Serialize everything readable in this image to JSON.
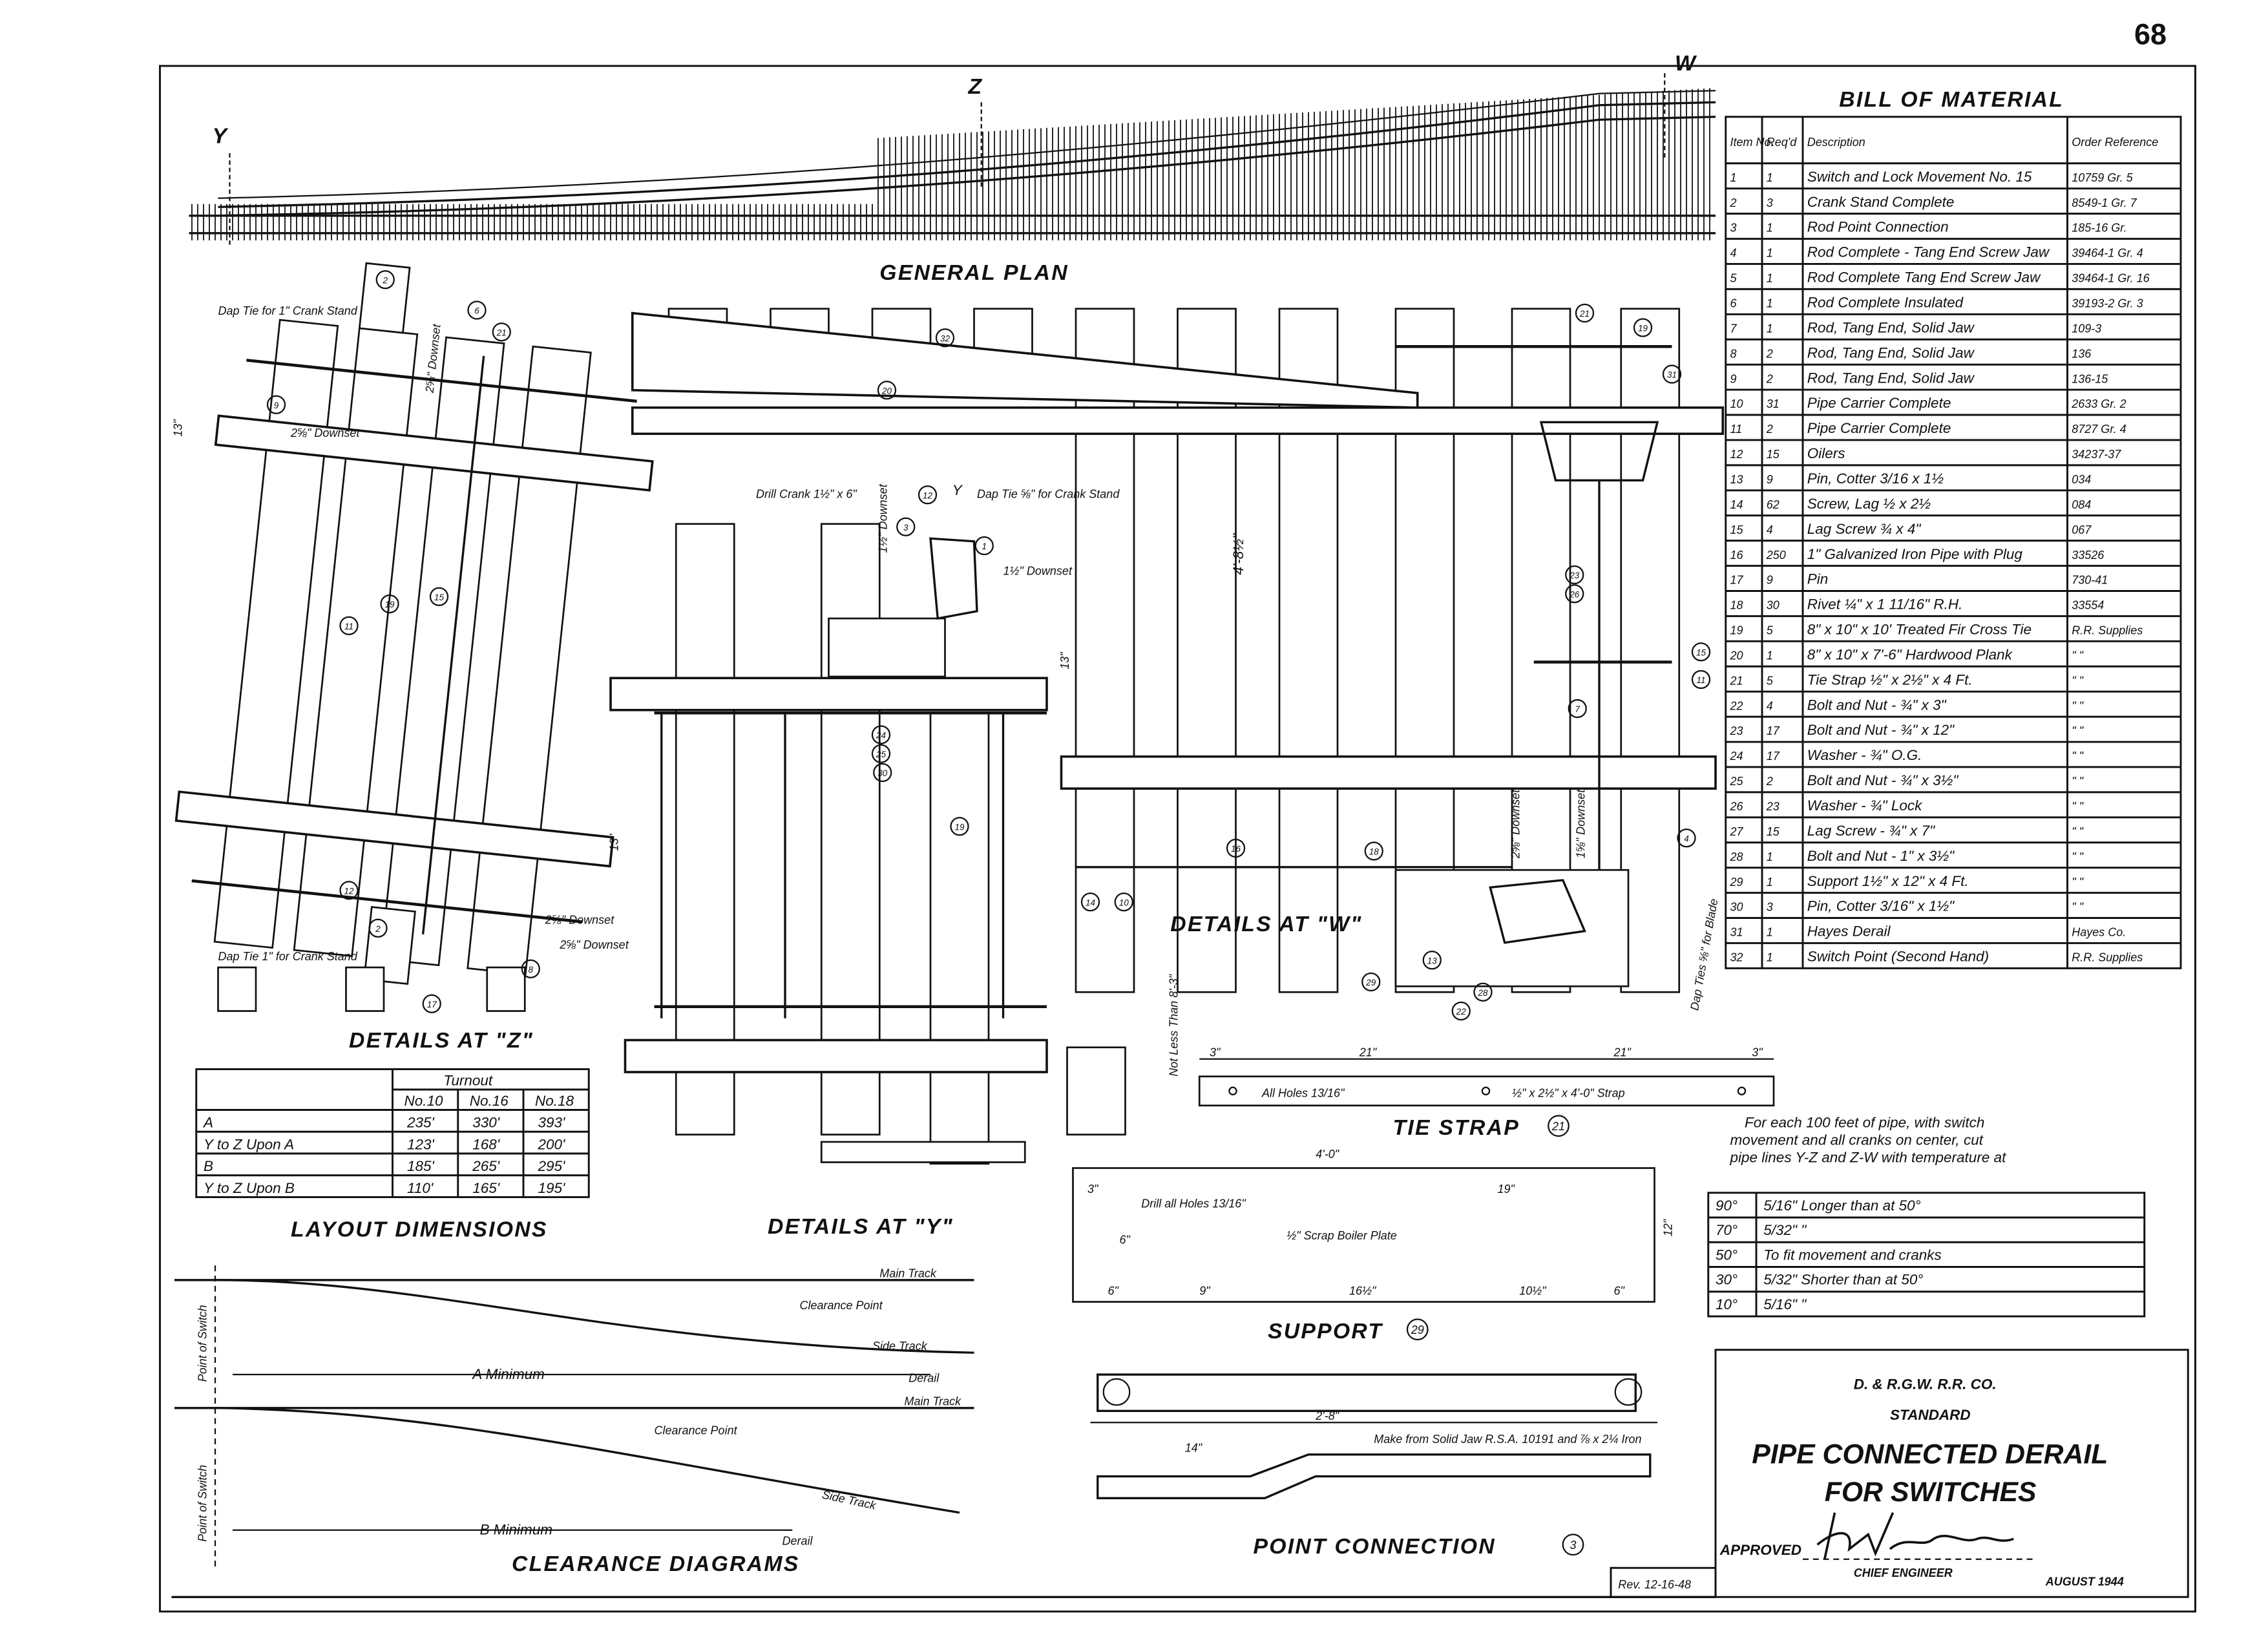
{
  "sheet_number": "68",
  "general_plan": {
    "title": "GENERAL PLAN",
    "label_y": "Y",
    "label_z": "Z",
    "label_w": "W"
  },
  "details_z": {
    "title": "DETAILS AT \"Z\"",
    "note_dap_top": "Dap Tie for 1\" Crank Stand",
    "note_dap_bottom": "Dap Tie 1\" for Crank Stand",
    "downset_1": "2⅝\" Downset",
    "downset_2": "2⅝\" Downset",
    "downset_3": "2⅝\" Downset",
    "downset_4": "2⅝\" Downset",
    "dim_13a": "13\"",
    "dim_13b": "13\""
  },
  "details_y": {
    "title": "DETAILS AT \"Y\"",
    "note_drill": "Drill Crank 1½\" x 6\"",
    "note_dap": "Dap Tie ⅝\" for Crank Stand",
    "downset_1": "1½\" Downset",
    "downset_2": "1½\" Downset",
    "label_y": "Y",
    "dim_13": "13\""
  },
  "details_w": {
    "title": "DETAILS AT \"W\"",
    "gauge": "4'-8½\"",
    "not_less": "Not Less Than 8'-3\"",
    "dap_blade": "Dap Ties ⅝\" for Blade",
    "downset_1": "2⅝\" Downset",
    "downset_2": "1⅝\" Downset"
  },
  "tie_strap": {
    "title": "TIE STRAP",
    "item": "21",
    "holes": "All Holes 13/16\"",
    "strap": "½\" x 2½\" x 4'-0\" Strap",
    "dims": [
      "3\"",
      "21\"",
      "21\"",
      "3\""
    ]
  },
  "support": {
    "title": "SUPPORT",
    "item": "29",
    "overall": "4'-0\"",
    "drill": "Drill all Holes 13/16\"",
    "plate": "½\" Scrap Boiler Plate",
    "dims": [
      "3\"",
      "19\"",
      "6\"",
      "9\"",
      "16½\"",
      "10½\"",
      "6\"",
      "6\"",
      "12\""
    ]
  },
  "point_connection": {
    "title": "POINT CONNECTION",
    "item": "3",
    "overall": "2'-8\"",
    "dim_14": "14\"",
    "note": "Make from Solid Jaw R.S.A. 10191 and ⅞ x 2¼ Iron"
  },
  "layout_dimensions": {
    "title": "LAYOUT DIMENSIONS",
    "group_header": "Turnout",
    "columns": [
      "No.10",
      "No.16",
      "No.18"
    ],
    "rows": [
      {
        "label": "A",
        "values": [
          "235'",
          "330'",
          "393'"
        ]
      },
      {
        "label": "Y to Z Upon A",
        "values": [
          "123'",
          "168'",
          "200'"
        ]
      },
      {
        "label": "B",
        "values": [
          "185'",
          "265'",
          "295'"
        ]
      },
      {
        "label": "Y to Z Upon B",
        "values": [
          "110'",
          "165'",
          "195'"
        ]
      }
    ]
  },
  "clearance": {
    "title": "CLEARANCE DIAGRAMS",
    "main_track_1": "Main Track",
    "clearance_point_1": "Clearance Point",
    "side_track_1": "Side Track",
    "a_minimum": "A Minimum",
    "derail_1": "Derail",
    "main_track_2": "Main Track",
    "clearance_point_2": "Clearance Point",
    "side_track_2": "Side Track",
    "b_minimum": "B Minimum",
    "derail_2": "Derail",
    "point_switch_1": "Point of Switch",
    "point_switch_2": "Point of Switch"
  },
  "bill_of_material": {
    "title": "BILL OF MATERIAL",
    "headers": [
      "Item No.",
      "Req'd",
      "Description",
      "Order Reference"
    ],
    "rows": [
      [
        "1",
        "1",
        "Switch and Lock Movement No. 15",
        "10759 Gr. 5"
      ],
      [
        "2",
        "3",
        "Crank Stand Complete",
        "8549-1 Gr. 7"
      ],
      [
        "3",
        "1",
        "Rod Point Connection",
        "185-16 Gr."
      ],
      [
        "4",
        "1",
        "Rod Complete - Tang End Screw Jaw",
        "39464-1 Gr. 4"
      ],
      [
        "5",
        "1",
        "Rod Complete Tang End Screw Jaw",
        "39464-1 Gr. 16"
      ],
      [
        "6",
        "1",
        "Rod Complete Insulated",
        "39193-2 Gr. 3"
      ],
      [
        "7",
        "1",
        "Rod, Tang End, Solid Jaw",
        "109-3"
      ],
      [
        "8",
        "2",
        "Rod, Tang End, Solid Jaw",
        "136"
      ],
      [
        "9",
        "2",
        "Rod, Tang End, Solid Jaw",
        "136-15"
      ],
      [
        "10",
        "31",
        "Pipe Carrier Complete",
        "2633 Gr. 2"
      ],
      [
        "11",
        "2",
        "Pipe Carrier Complete",
        "8727 Gr. 4"
      ],
      [
        "12",
        "15",
        "Oilers",
        "34237-37"
      ],
      [
        "13",
        "9",
        "Pin, Cotter 3/16 x 1½",
        "034"
      ],
      [
        "14",
        "62",
        "Screw, Lag ½ x 2½",
        "084"
      ],
      [
        "15",
        "4",
        "Lag Screw ¾ x 4\"",
        "067"
      ],
      [
        "16",
        "250",
        "1\" Galvanized Iron Pipe with Plug",
        "33526"
      ],
      [
        "17",
        "9",
        "Pin",
        "730-41"
      ],
      [
        "18",
        "30",
        "Rivet ¼\" x 1 11/16\" R.H.",
        "33554"
      ],
      [
        "19",
        "5",
        "8\" x 10\" x 10' Treated Fir Cross Tie",
        "R.R. Supplies"
      ],
      [
        "20",
        "1",
        "8\" x 10\" x 7'-6\" Hardwood Plank",
        "\" \""
      ],
      [
        "21",
        "5",
        "Tie Strap ½\" x 2½\" x 4 Ft.",
        "\" \""
      ],
      [
        "22",
        "4",
        "Bolt and Nut - ¾\" x 3\"",
        "\" \""
      ],
      [
        "23",
        "17",
        "Bolt and Nut - ¾\" x 12\"",
        "\" \""
      ],
      [
        "24",
        "17",
        "Washer - ¾\" O.G.",
        "\" \""
      ],
      [
        "25",
        "2",
        "Bolt and Nut - ¾\" x 3½\"",
        "\" \""
      ],
      [
        "26",
        "23",
        "Washer - ¾\" Lock",
        "\" \""
      ],
      [
        "27",
        "15",
        "Lag Screw - ¾\" x 7\"",
        "\" \""
      ],
      [
        "28",
        "1",
        "Bolt and Nut - 1\" x 3½\"",
        "\" \""
      ],
      [
        "29",
        "1",
        "Support 1½\" x 12\" x 4 Ft.",
        "\" \""
      ],
      [
        "30",
        "3",
        "Pin, Cotter 3/16\" x 1½\"",
        "\" \""
      ],
      [
        "31",
        "1",
        "Hayes Derail",
        "Hayes Co."
      ],
      [
        "32",
        "1",
        "Switch Point (Second Hand)",
        "R.R. Supplies"
      ]
    ]
  },
  "temperature_note": {
    "lines": [
      "For each 100 feet of pipe, with switch",
      "movement and all cranks on center, cut",
      "pipe lines Y-Z and Z-W with temperature at"
    ],
    "rows": [
      [
        "90°",
        "5/16\" Longer than at 50°"
      ],
      [
        "70°",
        "5/32\" \""
      ],
      [
        "50°",
        "To fit movement and cranks"
      ],
      [
        "30°",
        "5/32\" Shorter than at 50°"
      ],
      [
        "10°",
        "5/16\" \""
      ]
    ]
  },
  "title_block": {
    "company": "D. & R.G.W. R.R. CO.",
    "standard": "STANDARD",
    "title_line1": "PIPE CONNECTED DERAIL",
    "title_line2": "FOR SWITCHES",
    "approved_label": "APPROVED",
    "signature": "signature",
    "role": "CHIEF ENGINEER",
    "date": "AUGUST 1944"
  },
  "revision": "Rev. 12-16-48",
  "callouts": [
    "32",
    "20",
    "21",
    "19",
    "31",
    "2",
    "6",
    "21",
    "9",
    "19",
    "15",
    "11",
    "13",
    "12",
    "17",
    "2",
    "8",
    "3",
    "12",
    "1",
    "24",
    "25",
    "30",
    "19",
    "7",
    "15",
    "11",
    "18",
    "16",
    "14",
    "10",
    "4",
    "23",
    "26",
    "29",
    "22",
    "28"
  ]
}
